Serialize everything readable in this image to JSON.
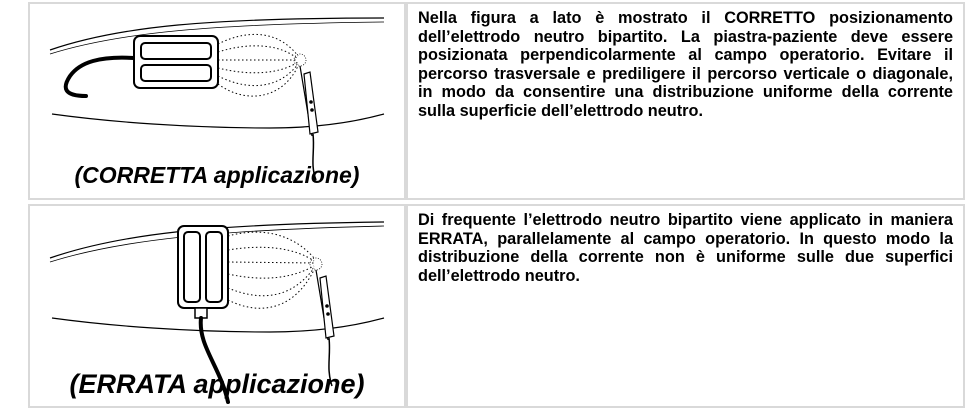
{
  "rows": [
    {
      "caption": "(CORRETTA applicazione)",
      "text": "Nella figura a lato è mostrato il CORRETTO posizionamento dell’elettrodo neutro bipartito. La piastra-paziente deve essere posizionata perpendicolarmente al campo operatorio. Evitare il percorso trasversale e prediligere il percorso verticale o diagonale, in modo da consentire una distribuzione uniforme della corrente sulla superficie dell’elettrodo neutro."
    },
    {
      "caption": "(ERRATA applicazione)",
      "text": "Di frequente l’elettrodo neutro bipartito viene applicato in maniera ERRATA, parallelamente al campo operatorio. In questo modo la distribuzione della corrente non è uniforme sulle due superfici dell’elettrodo neutro."
    }
  ]
}
